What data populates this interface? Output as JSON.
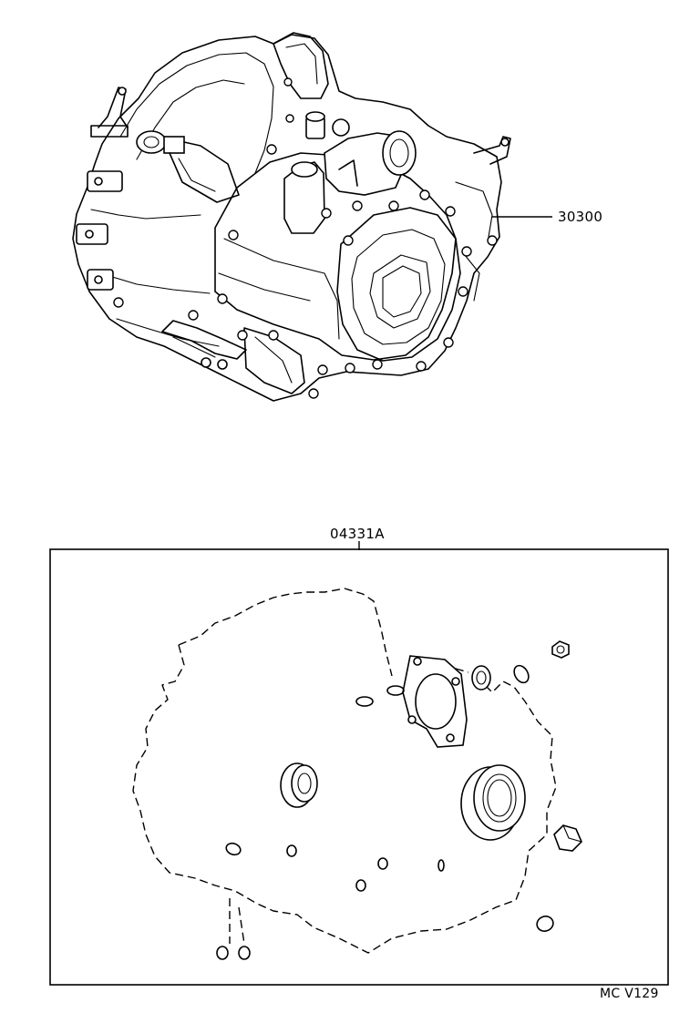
{
  "labels": {
    "assembly_part_no": "30300",
    "gasket_kit_part_no": "04331A",
    "footer_code": "MC V129"
  },
  "icons": {
    "transaxle": "transaxle-assembly-illustration",
    "gasket_kit": "gasket-kit-illustration"
  }
}
